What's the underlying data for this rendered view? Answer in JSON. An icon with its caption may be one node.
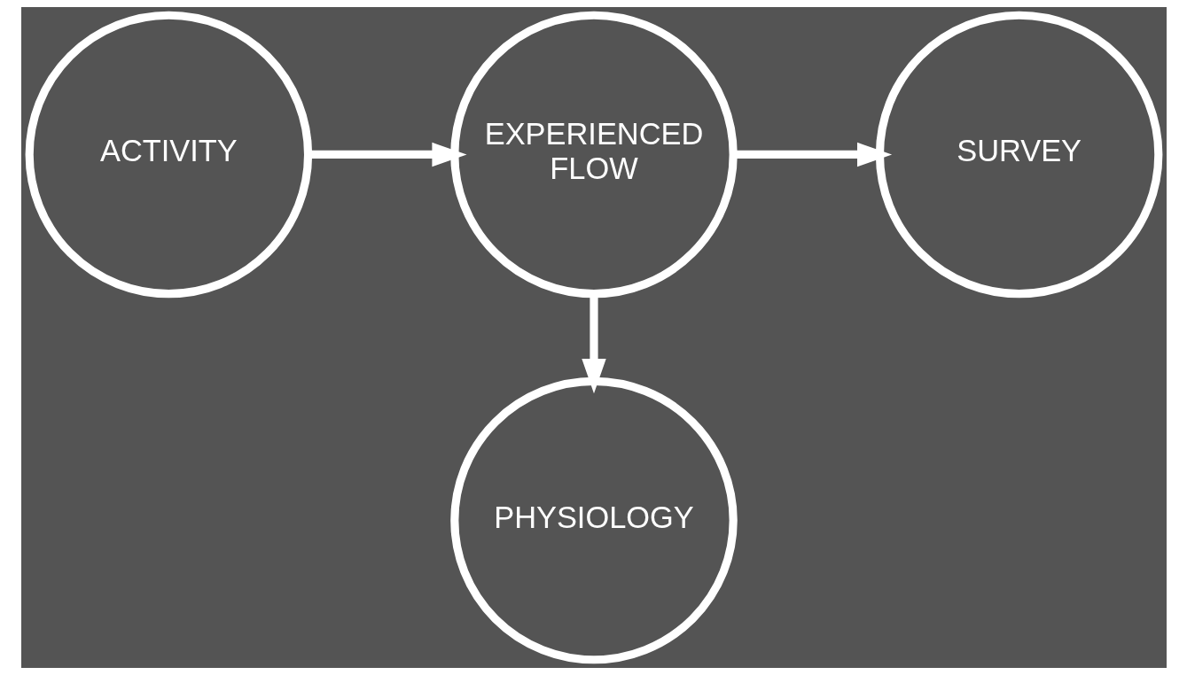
{
  "diagram": {
    "nodes": [
      {
        "text": [
          "ACTIVITY"
        ]
      },
      {
        "text": [
          "EXPERIENCED FLOW"
        ]
      },
      {
        "text": [
          "SURVEY"
        ]
      },
      {
        "text": [
          "PHYSIOLOGY"
        ]
      }
    ],
    "edges": [
      {
        "from": 0,
        "to": 1,
        "arrow": "to"
      },
      {
        "from": 1,
        "to": 2,
        "arrow": "to"
      },
      {
        "from": 1,
        "to": 3,
        "arrow": "to"
      }
    ]
  }
}
